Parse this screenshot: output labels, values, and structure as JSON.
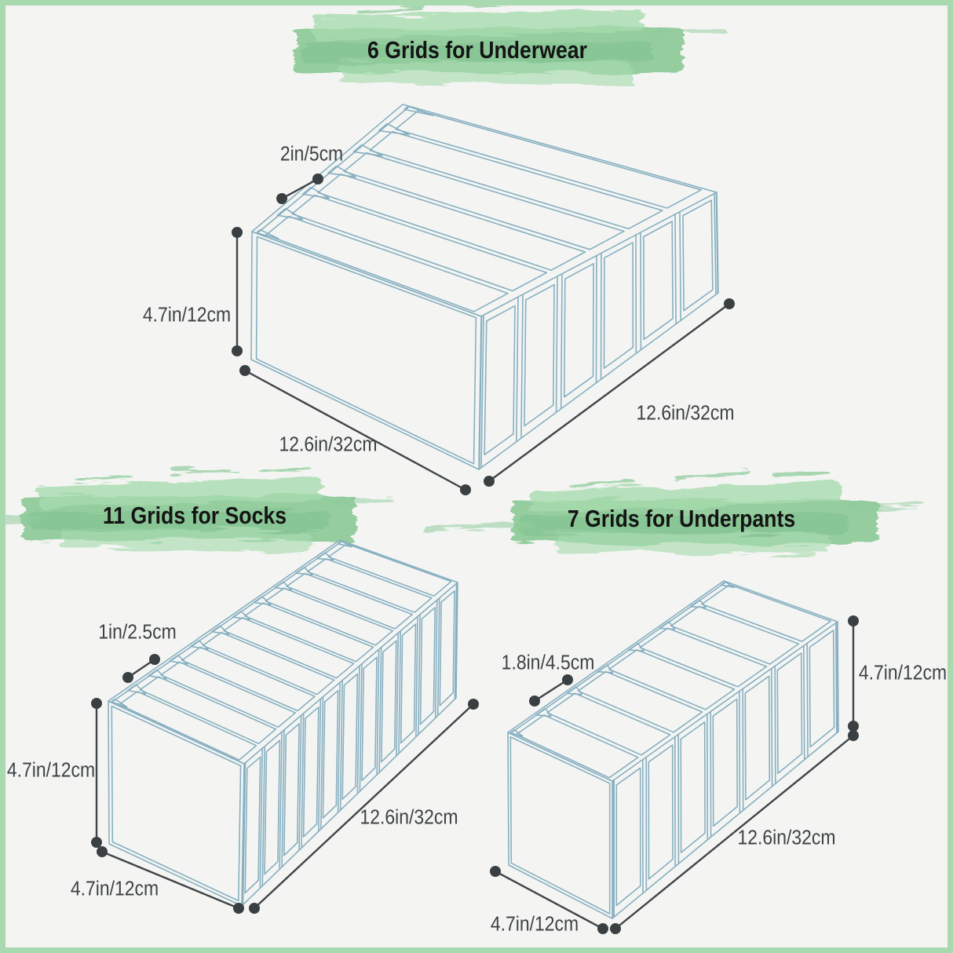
{
  "image": {
    "kind": "product-dimension-diagram",
    "background": "#f4f5f3",
    "border_color": "#a9d9ae"
  },
  "colors": {
    "wireframe": "#87afc0",
    "dimension_line": "#3f4447",
    "dot": "#3a3f42",
    "brush_green": "#8fcb9b",
    "brush_green_light": "#a8dbaf",
    "brush_green_dark": "#7fbf8d",
    "title_text": "#141414",
    "label_text": "#3e4246"
  },
  "diagrams": [
    {
      "id": "underwear",
      "title": "6 Grids for Underwear",
      "grid_count": 6,
      "labels": [
        {
          "name": "slot-width",
          "text": "2in/5cm"
        },
        {
          "name": "height",
          "text": "4.7in/12cm"
        },
        {
          "name": "width",
          "text": "12.6in/32cm"
        },
        {
          "name": "depth",
          "text": "12.6in/32cm"
        }
      ]
    },
    {
      "id": "socks",
      "title": "11 Grids for Socks",
      "grid_count": 11,
      "labels": [
        {
          "name": "slot-width",
          "text": "1in/2.5cm"
        },
        {
          "name": "height",
          "text": "4.7in/12cm"
        },
        {
          "name": "width",
          "text": "4.7in/12cm"
        },
        {
          "name": "depth",
          "text": "12.6in/32cm"
        }
      ]
    },
    {
      "id": "underpants",
      "title": "7 Grids for Underpants",
      "grid_count": 7,
      "labels": [
        {
          "name": "slot-width",
          "text": "1.8in/4.5cm"
        },
        {
          "name": "height",
          "text": "4.7in/12cm"
        },
        {
          "name": "depth",
          "text": "12.6in/32cm"
        },
        {
          "name": "width",
          "text": "4.7in/12cm"
        }
      ]
    }
  ]
}
